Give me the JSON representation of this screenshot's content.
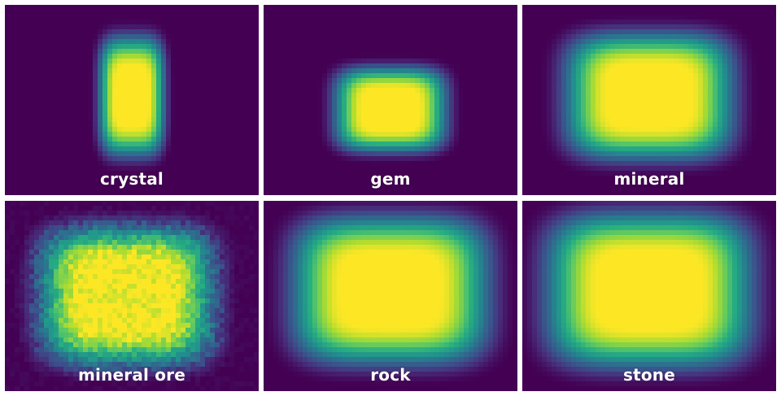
{
  "chart_data": {
    "type": "heatmap",
    "colormap": "viridis",
    "value_range": [
      0,
      1
    ],
    "layout": "2x3 grid",
    "panels": [
      {
        "label": "crystal",
        "hotspot": {
          "cx": 0.5,
          "cy": 0.48,
          "rx": 0.14,
          "ry": 0.34
        },
        "texture": 0.0
      },
      {
        "label": "gem",
        "hotspot": {
          "cx": 0.5,
          "cy": 0.55,
          "rx": 0.24,
          "ry": 0.24
        },
        "texture": 0.0
      },
      {
        "label": "mineral",
        "hotspot": {
          "cx": 0.5,
          "cy": 0.48,
          "rx": 0.36,
          "ry": 0.36
        },
        "texture": 0.0
      },
      {
        "label": "mineral ore",
        "hotspot": {
          "cx": 0.48,
          "cy": 0.5,
          "rx": 0.38,
          "ry": 0.4
        },
        "texture": 1.0
      },
      {
        "label": "rock",
        "hotspot": {
          "cx": 0.5,
          "cy": 0.47,
          "rx": 0.42,
          "ry": 0.42
        },
        "texture": 0.0
      },
      {
        "label": "stone",
        "hotspot": {
          "cx": 0.5,
          "cy": 0.47,
          "rx": 0.44,
          "ry": 0.44
        },
        "texture": 0.0
      }
    ]
  }
}
